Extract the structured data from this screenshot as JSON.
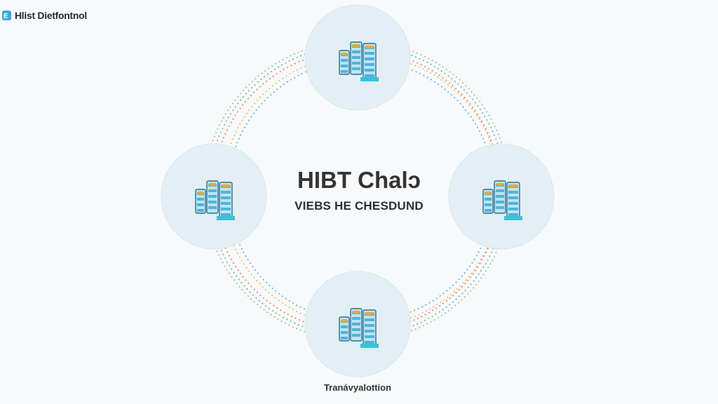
{
  "logo": {
    "text": "Hlist Dietfontnol"
  },
  "center": {
    "title": "HIBT Chalↄ",
    "subtitle": "VIEBS HE CHESDUND"
  },
  "caption": "Tranávyalottion",
  "colors": {
    "node_fill": "#e3eff4",
    "server_blue": "#4fb4d8",
    "server_dark": "#2f6f8f",
    "accent_orange": "#f0a830",
    "dash_colors": [
      "#e8663a",
      "#f0b030",
      "#3bb0a0",
      "#4aa0d8",
      "#7cc36a"
    ]
  },
  "nodes": [
    {
      "id": "top"
    },
    {
      "id": "left"
    },
    {
      "id": "right"
    },
    {
      "id": "bottom"
    }
  ]
}
